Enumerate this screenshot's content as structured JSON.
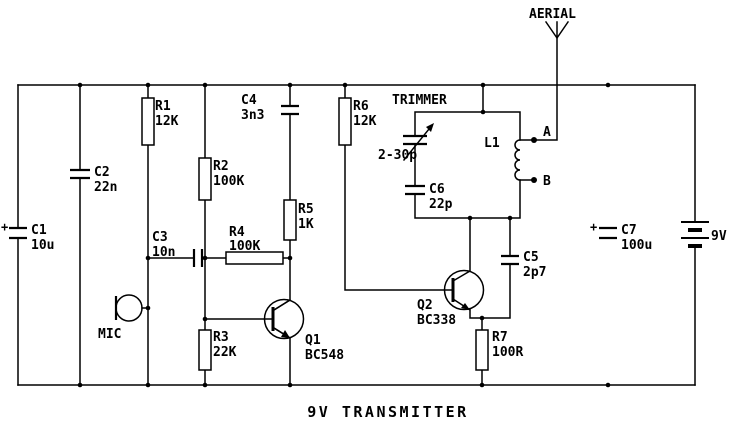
{
  "title": "9V TRANSMITTER",
  "labels": {
    "aerial": "AERIAL",
    "mic": "MIC",
    "trimmer": "TRIMMER",
    "battery": "9V",
    "tap_a": "A",
    "tap_b": "B",
    "polarity_plus": "+"
  },
  "components": {
    "c1": {
      "ref": "C1",
      "value": "10u"
    },
    "c2": {
      "ref": "C2",
      "value": "22n"
    },
    "c3": {
      "ref": "C3",
      "value": "10n"
    },
    "c4": {
      "ref": "C4",
      "value": "3n3"
    },
    "c5": {
      "ref": "C5",
      "value": "2p7"
    },
    "c6": {
      "ref": "C6",
      "value": "22p"
    },
    "c7": {
      "ref": "C7",
      "value": "100u"
    },
    "r1": {
      "ref": "R1",
      "value": "12K"
    },
    "r2": {
      "ref": "R2",
      "value": "100K"
    },
    "r3": {
      "ref": "R3",
      "value": "22K"
    },
    "r4": {
      "ref": "R4",
      "value": "100K"
    },
    "r5": {
      "ref": "R5",
      "value": "1K"
    },
    "r6": {
      "ref": "R6",
      "value": "12K"
    },
    "r7": {
      "ref": "R7",
      "value": "100R"
    },
    "q1": {
      "ref": "Q1",
      "value": "BC548"
    },
    "q2": {
      "ref": "Q2",
      "value": "BC338"
    },
    "l1": {
      "ref": "L1"
    },
    "trimmer": {
      "value": "2-30p"
    }
  },
  "colors": {
    "ink": "#000000",
    "background": "#ffffff"
  }
}
